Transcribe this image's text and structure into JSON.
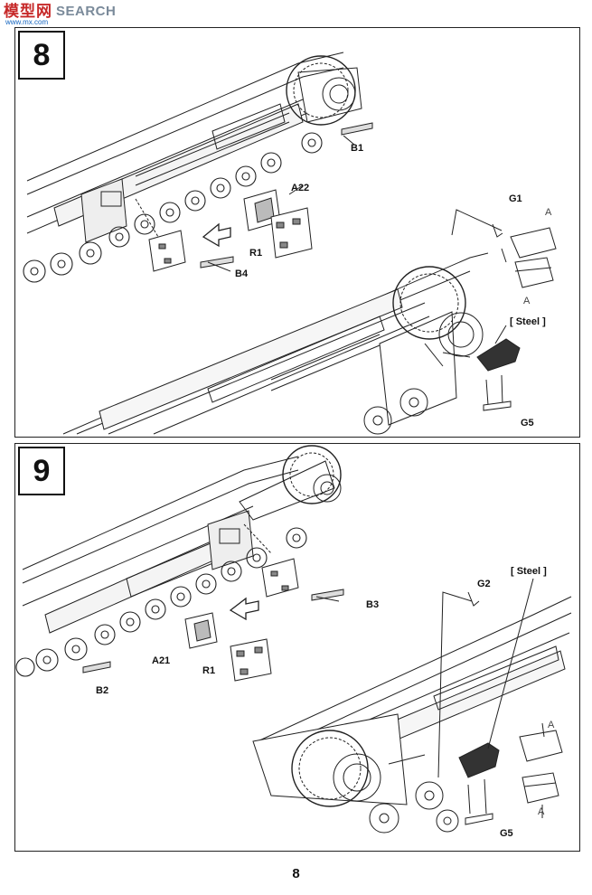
{
  "watermark": {
    "logo": "模型网",
    "search": "SEARCH",
    "url": "www.mx.com"
  },
  "steps": [
    {
      "number": "8",
      "labels": {
        "b1": "B1",
        "a22": "A22",
        "r1": "R1",
        "b4": "B4",
        "g1": "G1",
        "a_top": "A",
        "a_bottom": "A",
        "steel": "[ Steel ]",
        "g5": "G5"
      }
    },
    {
      "number": "9",
      "labels": {
        "b3": "B3",
        "a21": "A21",
        "r1": "R1",
        "b2": "B2",
        "g2": "G2",
        "steel": "[ Steel ]",
        "a_top": "A",
        "a_bottom": "A",
        "g5": "G5"
      }
    }
  ],
  "page_number": "8"
}
